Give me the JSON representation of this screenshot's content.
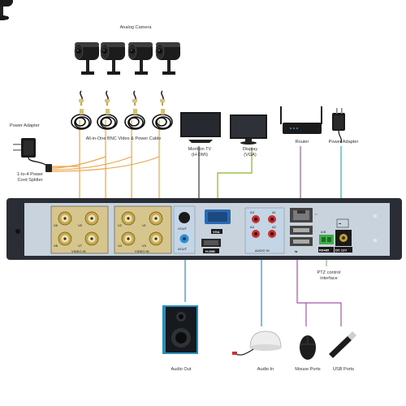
{
  "labels": {
    "analog_camera": "Analog Camera",
    "power_adapter_left": "Power Adapter",
    "power_splitter": "1-to-4 Power\nCord Splitter",
    "bnc_cable": "All-in-One BNC Video & Power Cable",
    "monitor_tv": "Morition TV\n(H-DMI)",
    "display_vga": "Display\n(VGA)",
    "router": "Router",
    "power_adapter_right": "Power Adapter",
    "ptz": "PTZ control\ninterface",
    "audio_out": "Audio Out",
    "audio_in": "Audio In",
    "mouse_ports": "Mouse Ports",
    "usb_ports": "USB Ports"
  },
  "panel": {
    "video_in_1": "VIDEO IN",
    "video_in_2": "VIDEO IN",
    "bnc_top_1": [
      "V6",
      "V5"
    ],
    "bnc_bottom_1": [
      "V8",
      "V7"
    ],
    "bnc_top_2": [
      "V2",
      "V1"
    ],
    "bnc_bottom_2": [
      "V4",
      "V3"
    ],
    "vout": "VOUT",
    "aout": "AOUT",
    "vga": "VGA",
    "hdmi": "H-DMI",
    "audio_in": "AUDIO IN",
    "audio_top": [
      "A3",
      "A1"
    ],
    "audio_bottom": [
      "A4",
      "A2"
    ],
    "rs485": "RS485",
    "dc12v": "DC 12V",
    "ab": "A  B"
  },
  "colors": {
    "bnc_line": "#e8a84c",
    "hdmi_line": "#3a3a3a",
    "vga_line": "#8bb52a",
    "router_line": "#a855a8",
    "power_line": "#2bb5b0",
    "audio_line": "#3a86c8",
    "ptz_line": "#7cc47c",
    "panel_bg": "#2a2d33",
    "panel_face": "#c9d3de"
  }
}
